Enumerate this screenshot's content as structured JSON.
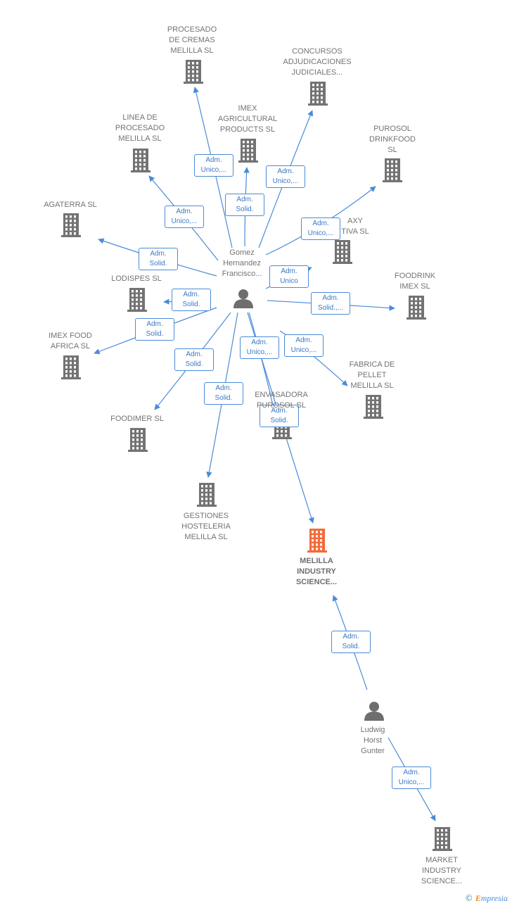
{
  "colors": {
    "edge": "#4a8bd8",
    "building": "#737373",
    "building_highlight": "#f26b3a",
    "person": "#6e6e6e"
  },
  "persons": [
    {
      "id": "gomez",
      "label": "Gomez\nHernandez\nFrancisco..."
    },
    {
      "id": "ludwig",
      "label": "Ludwig\nHorst\nGunter"
    }
  ],
  "companies": [
    {
      "id": "procesado",
      "label": "PROCESADO\nDE CREMAS\nMELILLA  SL"
    },
    {
      "id": "concursos",
      "label": "CONCURSOS\nADJUDICACIONES\nJUDICIALES..."
    },
    {
      "id": "linea",
      "label": "LINEA DE\nPROCESADO\nMELILLA  SL"
    },
    {
      "id": "imexagri",
      "label": "IMEX\nAGRICULTURAL\nPRODUCTS  SL"
    },
    {
      "id": "purosol",
      "label": "PUROSOL\nDRINKFOOD\nSL"
    },
    {
      "id": "agaterra",
      "label": "AGATERRA SL"
    },
    {
      "id": "galaxy",
      "label": "AXY\nTIVA  SL"
    },
    {
      "id": "lodispes",
      "label": "LODISPES  SL"
    },
    {
      "id": "foodrink",
      "label": "FOODRINK\nIMEX  SL"
    },
    {
      "id": "imexfood",
      "label": "IMEX FOOD\nAFRICA  SL"
    },
    {
      "id": "fabrica",
      "label": "FABRICA DE\nPELLET\nMELILLA  SL"
    },
    {
      "id": "envasadora",
      "label": "ENVASADORA\nPUROSOL  SL"
    },
    {
      "id": "foodimer",
      "label": "FOODIMER  SL"
    },
    {
      "id": "gestiones",
      "label": "GESTIONES\nHOSTELERIA\nMELILLA  SL"
    },
    {
      "id": "melilla",
      "label": "MELILLA\nINDUSTRY\nSCIENCE...",
      "highlight": true
    },
    {
      "id": "market",
      "label": "MARKET\nINDUSTRY\nSCIENCE..."
    }
  ],
  "edges": [
    {
      "from": "gomez",
      "to": "procesado",
      "label": "Adm.\nUnico,..."
    },
    {
      "from": "gomez",
      "to": "concursos",
      "label": "Adm.\nUnico,..."
    },
    {
      "from": "gomez",
      "to": "linea",
      "label": "Adm.\nUnico,..."
    },
    {
      "from": "gomez",
      "to": "imexagri",
      "label": "Adm.\nSolid."
    },
    {
      "from": "gomez",
      "to": "purosol",
      "label": "Adm.\nUnico,..."
    },
    {
      "from": "gomez",
      "to": "agaterra",
      "label": "Adm.\nSolid."
    },
    {
      "from": "gomez",
      "to": "galaxy",
      "label": "Adm.\nUnico"
    },
    {
      "from": "gomez",
      "to": "lodispes",
      "label": "Adm.\nSolid."
    },
    {
      "from": "gomez",
      "to": "foodrink",
      "label": "Adm.\nSolid.,..."
    },
    {
      "from": "gomez",
      "to": "imexfood",
      "label": "Adm.\nSolid."
    },
    {
      "from": "gomez",
      "to": "fabrica",
      "label": "Adm.\nUnico,..."
    },
    {
      "from": "gomez",
      "to": "envasadora",
      "label": "Adm.\nUnico,..."
    },
    {
      "from": "gomez",
      "to": "foodimer",
      "label": "Adm.\nSolid."
    },
    {
      "from": "gomez",
      "to": "gestiones",
      "label": "Adm.\nSolid."
    },
    {
      "from": "gomez",
      "to": "melilla",
      "label": "Adm.\nSolid."
    },
    {
      "from": "ludwig",
      "to": "melilla",
      "label": "Adm.\nSolid."
    },
    {
      "from": "ludwig",
      "to": "market",
      "label": "Adm.\nUnico,..."
    }
  ],
  "footer": {
    "symbol": "©",
    "brand_initial": "E",
    "brand_rest": "mpresia"
  }
}
